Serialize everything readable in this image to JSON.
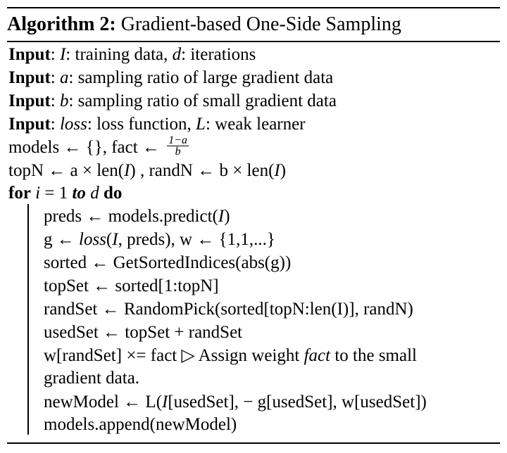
{
  "title": {
    "label": "Algorithm 2:",
    "text": "Gradient-based One-Side Sampling"
  },
  "inputs": [
    {
      "kw": "Input",
      "sep": ":",
      "var": "I",
      "desc": ": training data, ",
      "var2": "d",
      "desc2": ": iterations"
    },
    {
      "kw": "Input",
      "sep": ":",
      "var": "a",
      "desc": ": sampling ratio of large gradient data"
    },
    {
      "kw": "Input",
      "sep": ":",
      "var": "b",
      "desc": ": sampling ratio of small gradient data"
    },
    {
      "kw": "Input",
      "sep": ":",
      "var": "loss",
      "desc": ": loss function, ",
      "var2": "L",
      "desc2": ": weak learner"
    }
  ],
  "init1": {
    "lhs": "models ← {}, fact ← ",
    "num": "1−a",
    "den": "b"
  },
  "init2": {
    "a": "topN ← a × len(",
    "v1": "I",
    "b": ") , randN ← b × len(",
    "v2": "I",
    "c": ")"
  },
  "for": {
    "kw": "for",
    "var": "i",
    "eq": " = 1 ",
    "to": "to",
    "d": "d",
    "do": "do"
  },
  "body": {
    "l1a": "preds ← models.predict(",
    "l1v": "I",
    "l1b": ")",
    "l2a": "g ← ",
    "l2loss": "loss",
    "l2b": "(",
    "l2v": "I",
    "l2c": ", preds), w ← {1,1,...}",
    "l3": "sorted ← GetSortedIndices(abs(g))",
    "l4": "topSet ← sorted[1:topN]",
    "l5": "randSet ← RandomPick(sorted[topN:len(I)], randN)",
    "l6": "usedSet ← topSet + randSet",
    "l7a": "w[randSet] ×= fact ▷ Assign weight ",
    "l7v": "fact",
    "l7b": " to the small",
    "l8": "gradient data.",
    "l9a": "newModel ← L(",
    "l9v": "I",
    "l9b": "[usedSet], − g[usedSet], w[usedSet])",
    "l10": "models.append(newModel)"
  }
}
